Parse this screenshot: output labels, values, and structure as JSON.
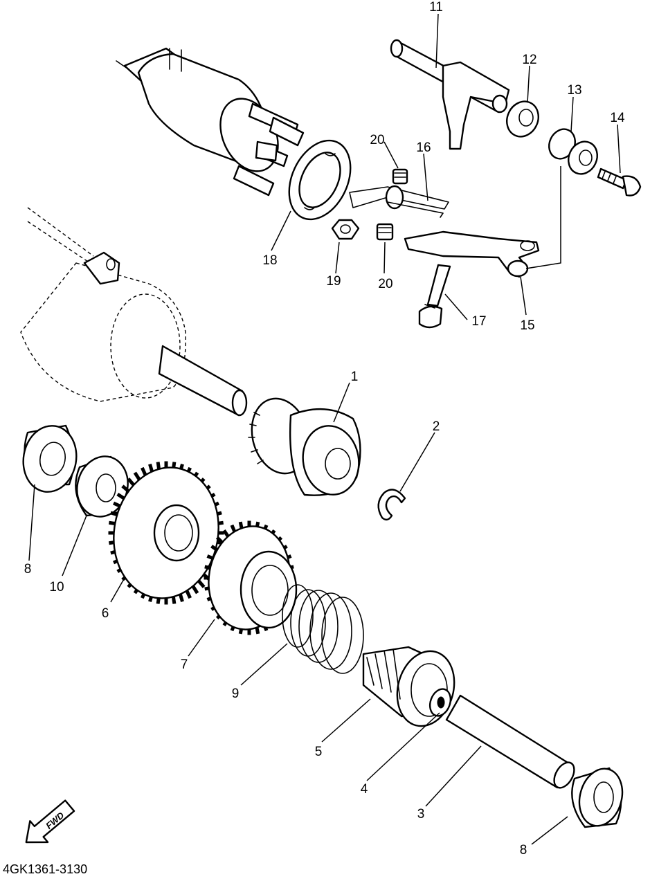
{
  "diagram": {
    "code": "4GK1361-3130",
    "direction_label": "FWD",
    "callouts": {
      "c1": "1",
      "c2": "2",
      "c3": "3",
      "c4": "4",
      "c5": "5",
      "c6": "6",
      "c7": "7",
      "c8a": "8",
      "c8b": "8",
      "c9": "9",
      "c10": "10",
      "c11": "11",
      "c12": "12",
      "c13": "13",
      "c14": "14",
      "c15": "15",
      "c16": "16",
      "c17": "17",
      "c18": "18",
      "c19": "19",
      "c20a": "20",
      "c20b": "20"
    }
  }
}
